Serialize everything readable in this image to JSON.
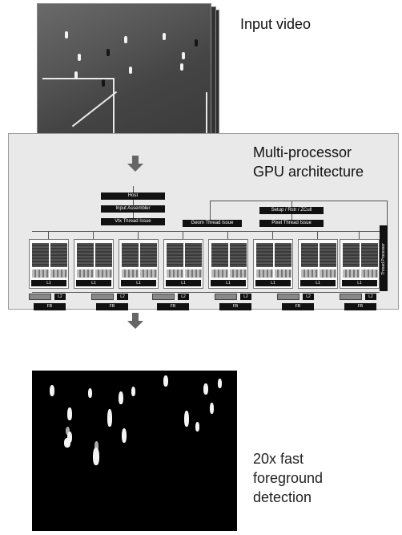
{
  "input": {
    "label": "Input video"
  },
  "gpu": {
    "label_line1": "Multi-processor",
    "label_line2": "GPU architecture",
    "host": "Host",
    "input_assembler": "Input Assembler",
    "vtx_thread_issue": "Vtx Thread Issue",
    "setup": "Setup / Rstr / ZCull",
    "geom_thread_issue": "Geom Thread Issue",
    "pixel_thread_issue": "Pixel Thread Issue",
    "thread_processor": "Thread Processor",
    "l1": "L1",
    "l2": "L2",
    "fb": "FB"
  },
  "output": {
    "line1": "20x fast",
    "line2": "foreground",
    "line3": "detection"
  }
}
